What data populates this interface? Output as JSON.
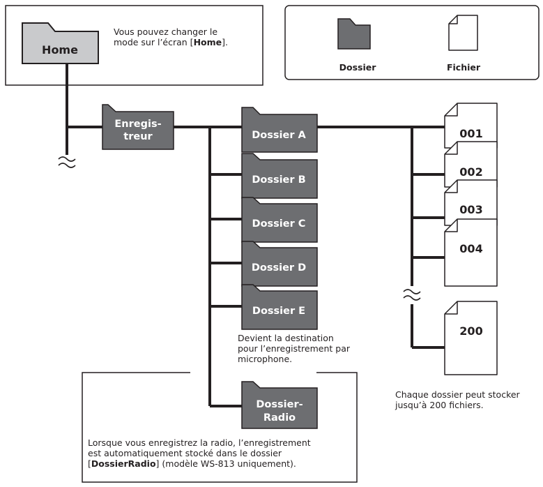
{
  "home": {
    "label": "Home",
    "note_line1": "Vous pouvez changer le",
    "note_line2_before": "mode sur l’écran [",
    "note_line2_bold": "Home",
    "note_line2_after": "]."
  },
  "legend": {
    "folder_label": "Dossier",
    "file_label": "Fichier"
  },
  "recorder": {
    "label_line1": "Enregis-",
    "label_line2": "treur"
  },
  "folders": [
    {
      "label": "Dossier A"
    },
    {
      "label": "Dossier B"
    },
    {
      "label": "Dossier C"
    },
    {
      "label": "Dossier D"
    },
    {
      "label": "Dossier E"
    }
  ],
  "radio_folder": {
    "label_line1": "Dossier-",
    "label_line2": "Radio"
  },
  "files": [
    {
      "label": "001"
    },
    {
      "label": "002"
    },
    {
      "label": "003"
    },
    {
      "label": "004"
    },
    {
      "label": "200"
    }
  ],
  "folder_e_note": {
    "line1": "Devient la destination",
    "line2": "pour l’enregistrement par",
    "line3": "microphone."
  },
  "files_note": {
    "line1": "Chaque dossier peut stocker",
    "line2": "jusqu’à 200 fichiers."
  },
  "radio_note": {
    "line1": "Lorsque vous enregistrez la radio, l’enregistrement",
    "line2": "est automatiquement stocké dans le dossier",
    "line3_before": "[",
    "line3_bold": "DossierRadio",
    "line3_after": "] (modèle WS-813 uniquement)."
  },
  "colors": {
    "folder_fill": "#6d6e71",
    "home_fill": "#c9cacc",
    "line": "#231f20",
    "file_fill": "#ffffff"
  }
}
